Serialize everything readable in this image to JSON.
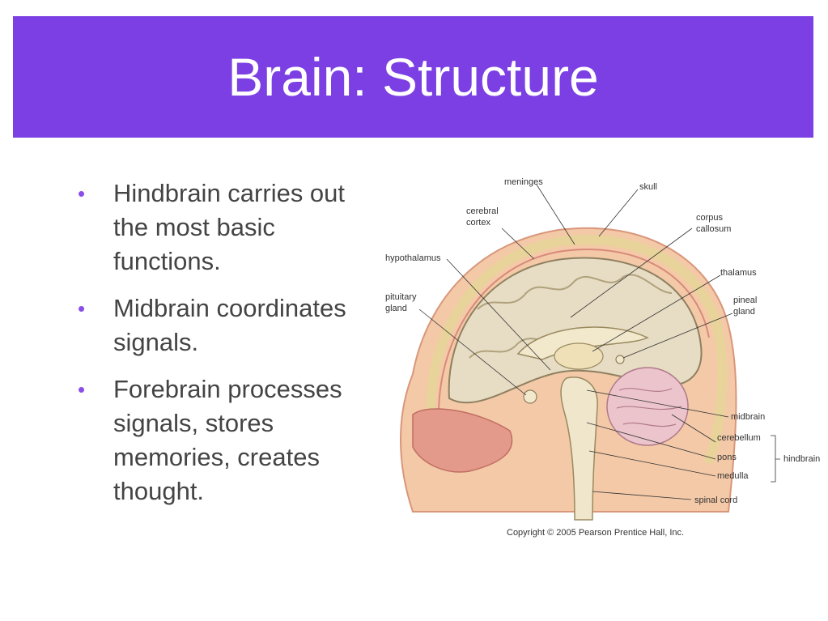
{
  "slide": {
    "title": "Brain: Structure",
    "accent_color": "#7b3fe4",
    "bullet_color": "#8a4fe8"
  },
  "bullets": [
    {
      "text": "Hindbrain carries out the most basic functions."
    },
    {
      "text": "Midbrain coordinates signals."
    },
    {
      "text": "Forebrain processes signals, stores memories, creates thought."
    }
  ],
  "figure": {
    "labels": {
      "meninges": "meninges",
      "skull": "skull",
      "cerebral_cortex_1": "cerebral",
      "cerebral_cortex_2": "cortex",
      "corpus_callosum_1": "corpus",
      "corpus_callosum_2": "callosum",
      "hypothalamus": "hypothalamus",
      "thalamus": "thalamus",
      "pituitary_gland_1": "pituitary",
      "pituitary_gland_2": "gland",
      "pineal_gland_1": "pineal",
      "pineal_gland_2": "gland",
      "midbrain": "midbrain",
      "cerebellum": "cerebellum",
      "hindbrain": "hindbrain",
      "pons": "pons",
      "medulla": "medulla",
      "spinal_cord": "spinal cord"
    },
    "copyright": "Copyright © 2005 Pearson Prentice Hall, Inc."
  }
}
